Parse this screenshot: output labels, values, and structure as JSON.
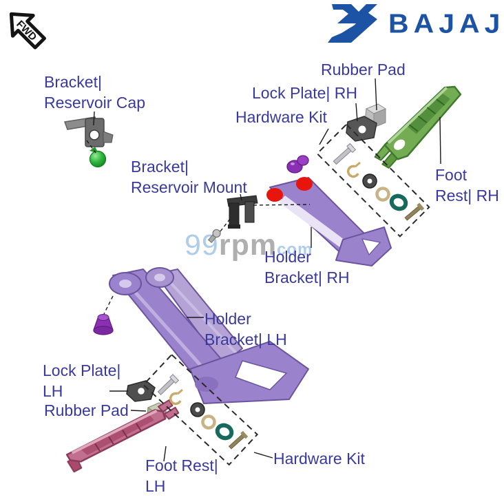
{
  "header": {
    "fwd_badge": "FWD",
    "brand": "BAJAJ"
  },
  "watermark": {
    "part1": "99",
    "part2": "rpm",
    "part3": "com"
  },
  "labels": {
    "bracket_reservoir_cap": {
      "line1": "Bracket|",
      "line2": "Reservoir Cap"
    },
    "rubber_pad_rh": {
      "line1": "Rubber Pad"
    },
    "lock_plate_rh": {
      "line1": "Lock Plate| RH"
    },
    "hardware_kit_rh": {
      "line1": "Hardware Kit"
    },
    "foot_rest_rh": {
      "line1": "Foot",
      "line2": "Rest| RH"
    },
    "bracket_reservoir_mount": {
      "line1": "Bracket|",
      "line2": "Reservoir Mount"
    },
    "holder_bracket_rh": {
      "line1": "Holder",
      "line2": "Bracket| RH"
    },
    "holder_bracket_lh": {
      "line1": "Holder",
      "line2": "Bracket| LH"
    },
    "lock_plate_lh": {
      "line1": "Lock Plate|",
      "line2": "LH"
    },
    "rubber_pad_lh": {
      "line1": "Rubber Pad"
    },
    "foot_rest_lh": {
      "line1": "Foot Rest|",
      "line2": "LH"
    },
    "hardware_kit_lh": {
      "line1": "Hardware Kit"
    }
  },
  "colors": {
    "label_text": "#39399E",
    "brand_blue": "#1D53A4",
    "foot_rest_rh_green": "#74AC53",
    "foot_rest_lh_pink": "#C06F8E",
    "holder_bracket_purple": "#9B82CC",
    "mount_tip_red": "#E8150D",
    "reservoir_cap_green": "#2FB53C",
    "knob_purple": "#8B2FB5",
    "hardware_ring_green": "#17695B",
    "watermark_blue": "#AACBE9",
    "watermark_gray": "#ABABAB"
  }
}
